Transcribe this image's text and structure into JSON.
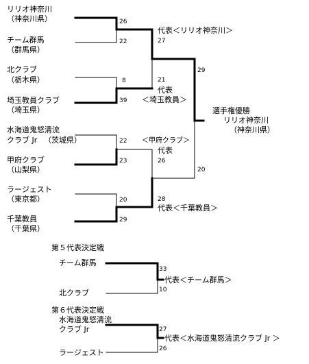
{
  "teams": [
    {
      "name": "リリオ神奈川",
      "pref": "（神奈川県）"
    },
    {
      "name": "チーム群馬",
      "pref": "（群馬県）"
    },
    {
      "name": "北クラブ",
      "pref": "（栃木県）"
    },
    {
      "name": "埼玉教員クラブ",
      "pref": "（埼玉県）"
    },
    {
      "name": "水海道鬼怒清流",
      "name2": "クラブ Jr",
      "pref": "（茨城県）"
    },
    {
      "name": "甲府クラブ",
      "pref": "（山梨県）"
    },
    {
      "name": "ラージェスト",
      "pref": "（東京都）"
    },
    {
      "name": "千葉教員",
      "pref": "（千葉県）"
    }
  ],
  "r1_scores": [
    "26",
    "22",
    "8",
    "39",
    "22",
    "23",
    "20",
    "29"
  ],
  "r2_scores": [
    "27",
    "21",
    "26",
    "28"
  ],
  "final_scores": [
    "29",
    "20"
  ],
  "rep_labels": {
    "lirio": "代表＜リリオ神奈川＞",
    "saitama_1": "代表",
    "saitama_2": "＜埼玉教員＞",
    "kofu_1": "＜甲府クラブ＞",
    "kofu_2": "代表",
    "chiba": "代表＜千葉教員＞"
  },
  "champion": {
    "title": "選手権優勝",
    "name": "リリオ神奈川",
    "pref": "（神奈川県）"
  },
  "playoff5": {
    "title": "第５代表決定戦",
    "team1": "チーム群馬",
    "team2": "北クラブ",
    "score1": "33",
    "score2": "10",
    "rep": "代表＜チーム群馬＞"
  },
  "playoff6": {
    "title": "第６代表決定戦",
    "team1_a": "水海道鬼怒清流",
    "team1_b": "クラブ Jr",
    "team2": "ラージェスト",
    "score1": "27",
    "score2": "26",
    "rep": "代表＜水海道鬼怒清流クラブ Jr ＞"
  }
}
